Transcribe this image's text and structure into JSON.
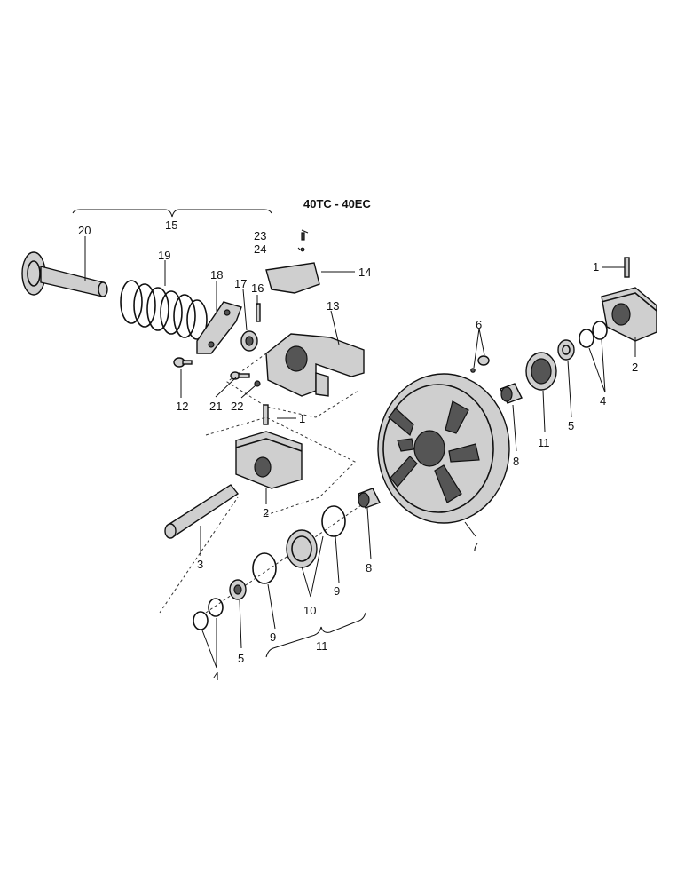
{
  "header": {
    "model_text": "40TC - 40EC"
  },
  "callouts": {
    "c1a": "1",
    "c1b": "1",
    "c2a": "2",
    "c2b": "2",
    "c3": "3",
    "c4a": "4",
    "c4b": "4",
    "c5a": "5",
    "c5b": "5",
    "c6": "6",
    "c7": "7",
    "c8a": "8",
    "c8b": "8",
    "c9a": "9",
    "c9b": "9",
    "c10": "10",
    "c11a": "11",
    "c11b": "11",
    "c12": "12",
    "c13": "13",
    "c14": "14",
    "c15": "15",
    "c16": "16",
    "c17": "17",
    "c18": "18",
    "c19": "19",
    "c20": "20",
    "c21": "21",
    "c22": "22",
    "c23": "23",
    "c24": "24"
  }
}
